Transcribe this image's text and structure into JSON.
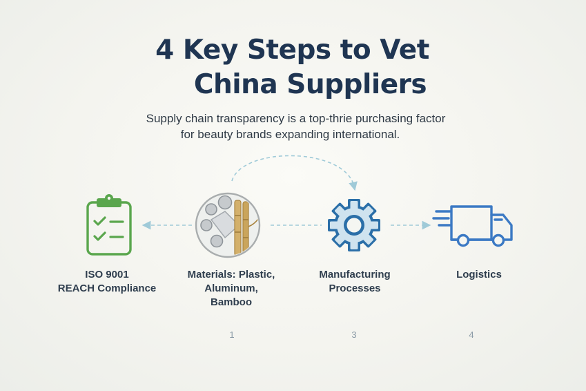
{
  "title": {
    "line1": "4 Key Steps to Vet",
    "line2": "China Suppliers"
  },
  "subtitle": {
    "line1": "Supply chain transparency is a top-thrie purchasing factor",
    "line2": "for beauty brands expanding international."
  },
  "steps": [
    {
      "icon": "clipboard-checklist-icon",
      "label_lines": [
        "ISO 9001",
        "REACH Compliance"
      ],
      "number": ""
    },
    {
      "icon": "materials-icon",
      "label_lines": [
        "Materials: Plastic,",
        "Aluminum,",
        "Bamboo"
      ],
      "number": "1"
    },
    {
      "icon": "gear-icon",
      "label_lines": [
        "Manufacturing",
        "Processes"
      ],
      "number": "3"
    },
    {
      "icon": "delivery-truck-icon",
      "label_lines": [
        "Logistics"
      ],
      "number": "4"
    }
  ],
  "colors": {
    "title": "#1f3552",
    "clipboard_green": "#5aa64d",
    "gear_blue": "#2b6fa8",
    "gear_fill": "#cfe3ef",
    "truck_blue": "#3b79c4",
    "bamboo": "#c9a55e",
    "connector": "#9fcad8"
  }
}
